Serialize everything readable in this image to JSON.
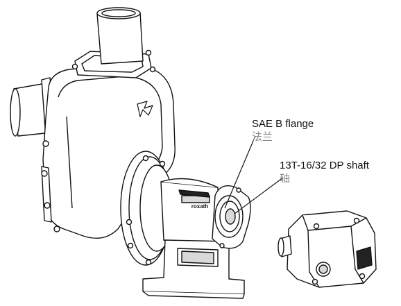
{
  "callouts": {
    "flange": {
      "label": "SAE B flange",
      "label_cn": "法兰"
    },
    "shaft": {
      "label": "13T-16/32 DP shaft",
      "label_cn": "轴"
    }
  },
  "brand": {
    "text": "roxath"
  },
  "colors": {
    "line": "#111111",
    "body_fill": "#ffffff",
    "shade": "#d9d9d9",
    "dark": "#222222",
    "label_cn": "#8a8a8a"
  }
}
